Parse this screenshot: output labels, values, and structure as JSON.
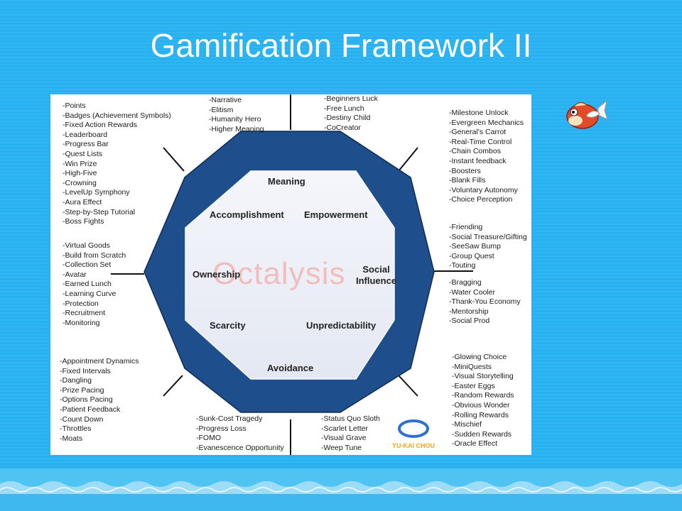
{
  "title": "Gamification Framework II",
  "diagram": {
    "watermark": "Octalysis",
    "logo_text": "YU-KAI CHOU",
    "core_drives": {
      "meaning": "Meaning",
      "accomplishment": "Accomplishment",
      "empowerment": "Empowerment",
      "social": [
        "Social",
        "Influence"
      ],
      "ownership": "Ownership",
      "scarcity": "Scarcity",
      "unpredictability": "Unpredictability",
      "avoidance": "Avoidance"
    },
    "lists": {
      "accomplishment": [
        "-Points",
        "-Badges (Achievement Symbols)",
        "-Fixed Action Rewards",
        "-Leaderboard",
        "-Progress Bar",
        "-Quest Lists",
        "-Win Prize",
        "-High-Five",
        "-Crowning",
        "-LevelUp Symphony",
        "-Aura Effect",
        "-Step-by-Step Tutorial",
        "-Boss Fights"
      ],
      "meaning": [
        "-Narrative",
        "-Elitism",
        "-Humanity Hero",
        "-Higher Meaning"
      ],
      "meaning_right": [
        "-Beginners Luck",
        "-Free Lunch",
        "-Destiny Child",
        "-CoCreator"
      ],
      "empowerment": [
        "-Milestone Unlock",
        "-Evergreen Mechanics",
        "-General's Carrot",
        "-Real-Time Control",
        "-Chain Combos",
        "-Instant feedback",
        "-Boosters",
        "-Blank Fills",
        "-Voluntary Autonomy",
        "-Choice Perception"
      ],
      "ownership": [
        "-Virtual Goods",
        "-Build from Scratch",
        "-Collection Set",
        "-Avatar",
        "-Earned Lunch",
        "-Learning Curve",
        "-Protection",
        "-Recruitment",
        "-Monitoring"
      ],
      "social_top": [
        "-Friending",
        "-Social Treasure/Gifting",
        "-SeeSaw Bump",
        "-Group Quest",
        "-Touting"
      ],
      "social_bottom": [
        "-Bragging",
        "-Water Cooler",
        "-Thank-You Economy",
        "-Mentorship",
        "-Social Prod"
      ],
      "scarcity": [
        "-Appointment Dynamics",
        "-Fixed Intervals",
        "-Dangling",
        "-Prize Pacing",
        "-Options Pacing",
        "-Patient Feedback",
        "-Count Down",
        "-Throttles",
        "-Moats"
      ],
      "unpredictability": [
        "-Glowing Choice",
        "-MiniQuests",
        "-Visual Storytelling",
        "-Easter Eggs",
        "-Random Rewards",
        "-Obvious Wonder",
        "-Rolling Rewards",
        "-Mischief",
        "-Sudden Rewards",
        "-Oracle Effect"
      ],
      "avoidance_left": [
        "-Sunk-Cost Tragedy",
        "-Progress Loss",
        "-FOMO",
        "-Evanescence Opportunity"
      ],
      "avoidance_right": [
        "-Status Quo Sloth",
        "-Scarlet Letter",
        "-Visual Grave",
        "-Weep Tune"
      ]
    },
    "colors": {
      "octagon_outer": "#1e4f8c",
      "octagon_inner": "#eef0f6",
      "background": "#27b1f0"
    }
  }
}
